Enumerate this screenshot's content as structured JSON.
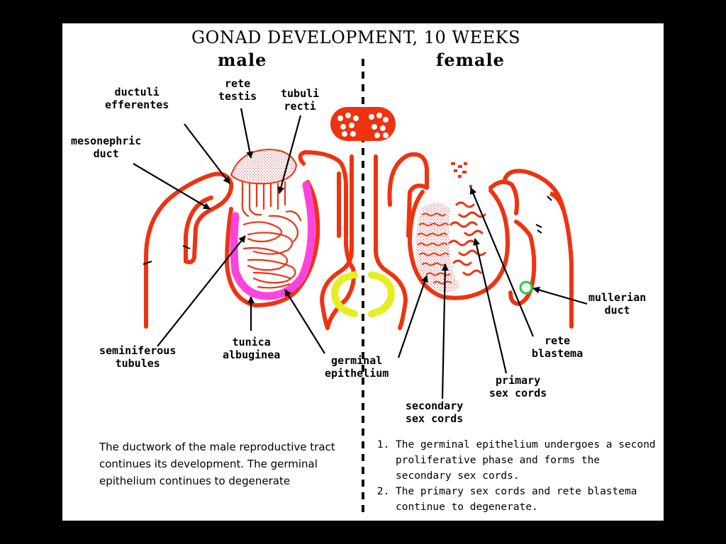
{
  "title": "GONAD DEVELOPMENT, 10 WEEKS",
  "sides": {
    "male": "male",
    "female": "female"
  },
  "labels": {
    "ductuli_efferentes": [
      "ductuli",
      "efferentes"
    ],
    "rete_testis": [
      "rete",
      "testis"
    ],
    "tubuli_recti": [
      "tubuli",
      "recti"
    ],
    "mesonephric_duct": [
      "mesonephric",
      "duct"
    ],
    "seminiferous_tubules": [
      "seminiferous",
      "tubules"
    ],
    "tunica_albuginea": [
      "tunica",
      "albuginea"
    ],
    "germinal_epithelium": [
      "germinal",
      "epithelium"
    ],
    "secondary_sex_cords": [
      "secondary",
      "sex cords"
    ],
    "primary_sex_cords": [
      "primary",
      "sex cords"
    ],
    "rete_blastema": [
      "rete",
      "blastema"
    ],
    "mullerian_duct": [
      "mullerian",
      "duct"
    ]
  },
  "notes": {
    "male": "The ductwork of the male reproductive tract continues its development. The germinal epithelium continues to degenerate",
    "female": [
      "The germinal epithelium undergoes a second proliferative phase and forms the secondary sex cords.",
      "The primary sex cords and rete blastema continue to degenerate."
    ]
  },
  "colors": {
    "tissue": "#ee3311",
    "tunica": "#ff44dd",
    "yellow": "#e6ee22",
    "mullerian": "#22cc44",
    "frame": "#000000",
    "slide": "#ffffff"
  }
}
